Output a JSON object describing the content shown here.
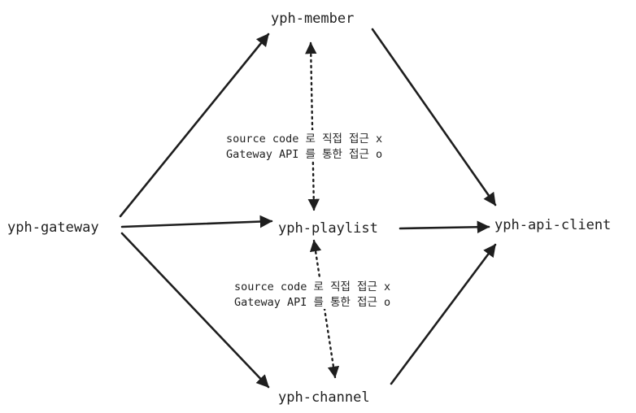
{
  "nodes": {
    "member": "yph-member",
    "gateway": "yph-gateway",
    "playlist": "yph-playlist",
    "api_client": "yph-api-client",
    "channel": "yph-channel"
  },
  "notes": {
    "upper": {
      "line1": "source code 로 직접 접근 x",
      "line2": "Gateway API 를 통한 접근 o"
    },
    "lower": {
      "line1": "source code 로 직접 접근 x",
      "line2": "Gateway API 를 통한 접근 o"
    }
  },
  "colors": {
    "stroke": "#1e1e1e",
    "background": "#ffffff"
  }
}
